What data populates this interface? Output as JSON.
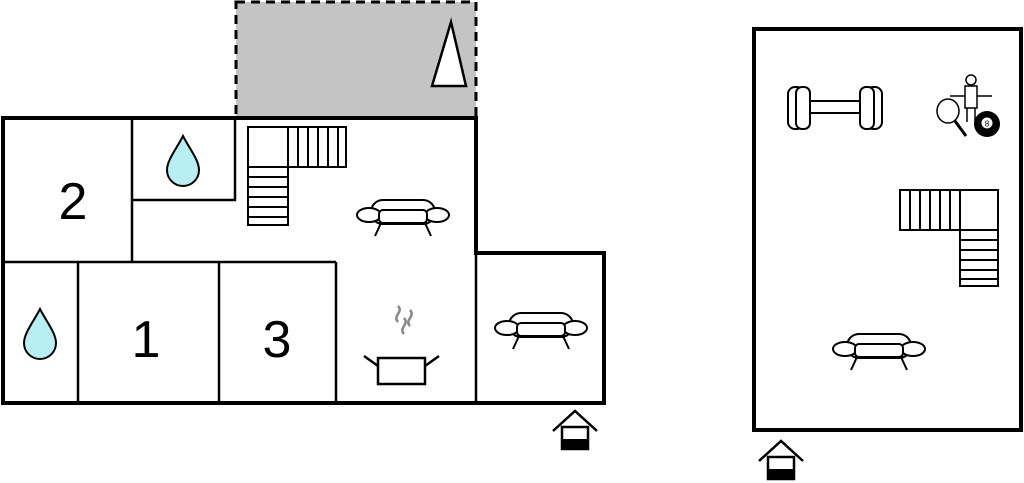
{
  "colors": {
    "wall": "#000000",
    "water": "#b8eef4",
    "terrace": "#c4c4c4",
    "steam": "#888888",
    "background": "#ffffff"
  },
  "floor_plan_left": {
    "rooms": [
      {
        "label": "2",
        "type": "bedroom"
      },
      {
        "label": "1",
        "type": "bedroom"
      },
      {
        "label": "3",
        "type": "bedroom"
      }
    ],
    "icons": [
      "water-drop-icon",
      "water-drop-icon",
      "stairs-icon",
      "sofa-icon",
      "sofa-icon",
      "cooking-pot-icon",
      "tree-icon",
      "entrance-icon"
    ]
  },
  "floor_plan_right": {
    "icons": [
      "dumbbell-icon",
      "games-icon",
      "stairs-icon",
      "sofa-icon",
      "entrance-icon"
    ]
  }
}
